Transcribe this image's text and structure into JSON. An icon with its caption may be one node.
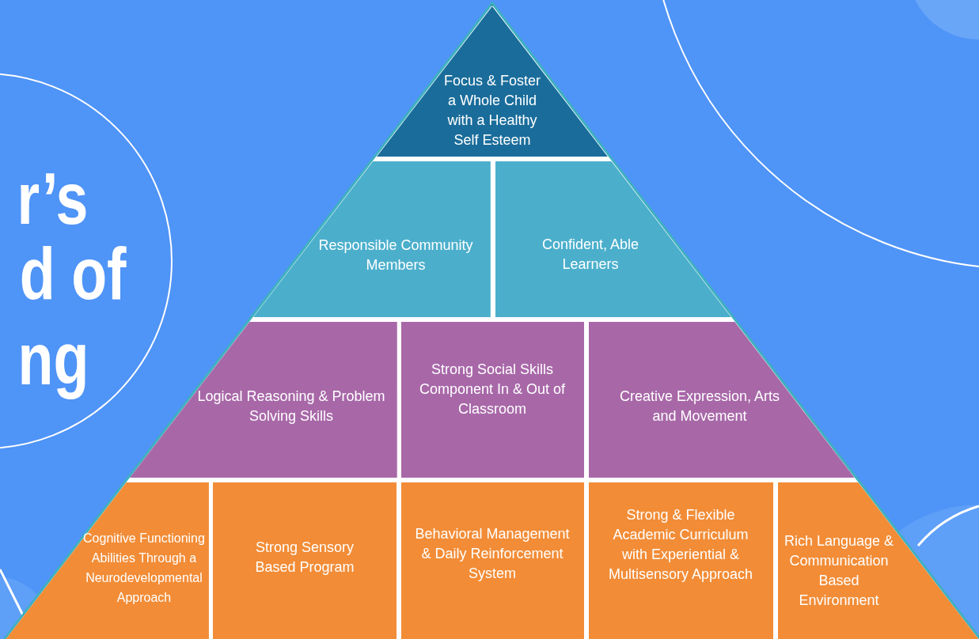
{
  "diagram": {
    "nodes": [
      {
        "text": [
          "Focus & Foster a Whole Child with a Healthy Self Esteem"
        ]
      },
      {
        "text": [
          "Responsible Community Members"
        ]
      },
      {
        "text": [
          "Confident, Able Learners"
        ]
      },
      {
        "text": [
          "Logical Reasoning & Problem Solving Skills"
        ]
      },
      {
        "text": [
          "Strong Social Skills Component In & Out of Classroom"
        ]
      },
      {
        "text": [
          "Creative Expression, Arts and Movement"
        ]
      },
      {
        "text": [
          "Cognitive Functioning Abilities Through a Neurodevelopmental Approach"
        ]
      },
      {
        "text": [
          "Strong Sensory Based Program"
        ]
      },
      {
        "text": [
          "Behavioral Management & Daily Reinforcement System"
        ]
      },
      {
        "text": [
          "Strong & Flexible Academic Curriculum with Experiential & Multisensory Approach"
        ]
      },
      {
        "text": [
          "Rich Language & Communication Based Environment"
        ]
      }
    ],
    "labels": [
      "r’s",
      "d of",
      "ng"
    ]
  }
}
